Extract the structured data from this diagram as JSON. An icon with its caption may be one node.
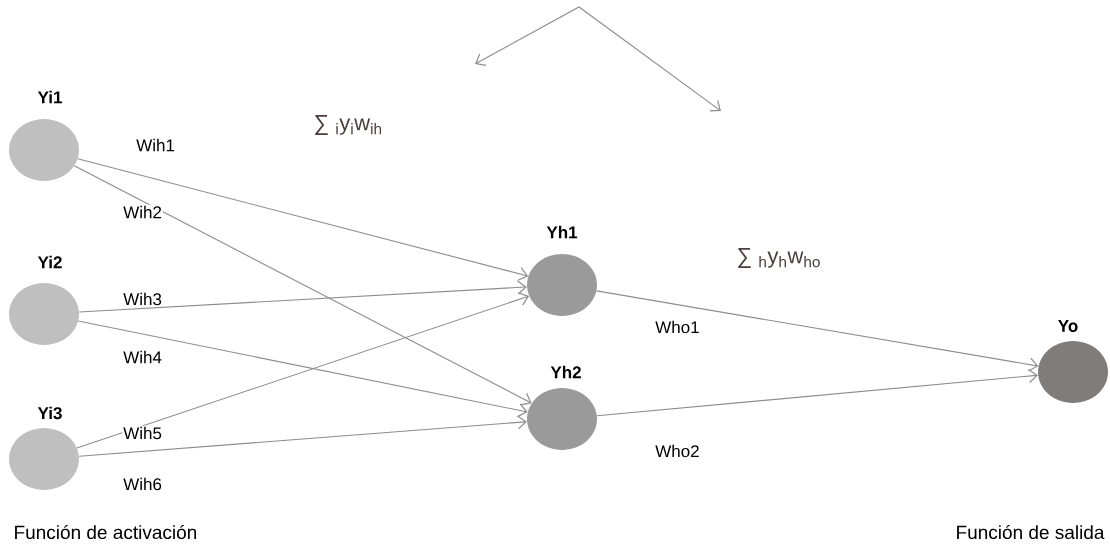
{
  "diagram": {
    "nodes": [
      {
        "text": [
          "Yi1"
        ]
      },
      {
        "text": [
          "Yi2"
        ]
      },
      {
        "text": [
          "Yi3"
        ]
      },
      {
        "text": [
          "Yh1"
        ]
      },
      {
        "text": [
          "Yh2"
        ]
      },
      {
        "text": [
          "Yo"
        ]
      }
    ],
    "edges": [
      {
        "from": 0,
        "to": 3,
        "arrow": "to",
        "label": "Wih1"
      },
      {
        "from": 0,
        "to": 4,
        "arrow": "to",
        "label": "Wih2"
      },
      {
        "from": 1,
        "to": 3,
        "arrow": "to",
        "label": "Wih3"
      },
      {
        "from": 1,
        "to": 4,
        "arrow": "to",
        "label": "Wih4"
      },
      {
        "from": 2,
        "to": 3,
        "arrow": "to",
        "label": "Wih5"
      },
      {
        "from": 2,
        "to": 4,
        "arrow": "to",
        "label": "Wih6"
      },
      {
        "from": 3,
        "to": 5,
        "arrow": "to",
        "label": "Who1"
      },
      {
        "from": 4,
        "to": 5,
        "arrow": "to",
        "label": "Who2"
      }
    ],
    "labels": [
      "∑ $_{i}$y$_{i}$w$_{ih}$",
      "∑ $_{h}$y$_{h}$w$_{ho}$",
      "Función de activación",
      "Función de salida"
    ]
  }
}
